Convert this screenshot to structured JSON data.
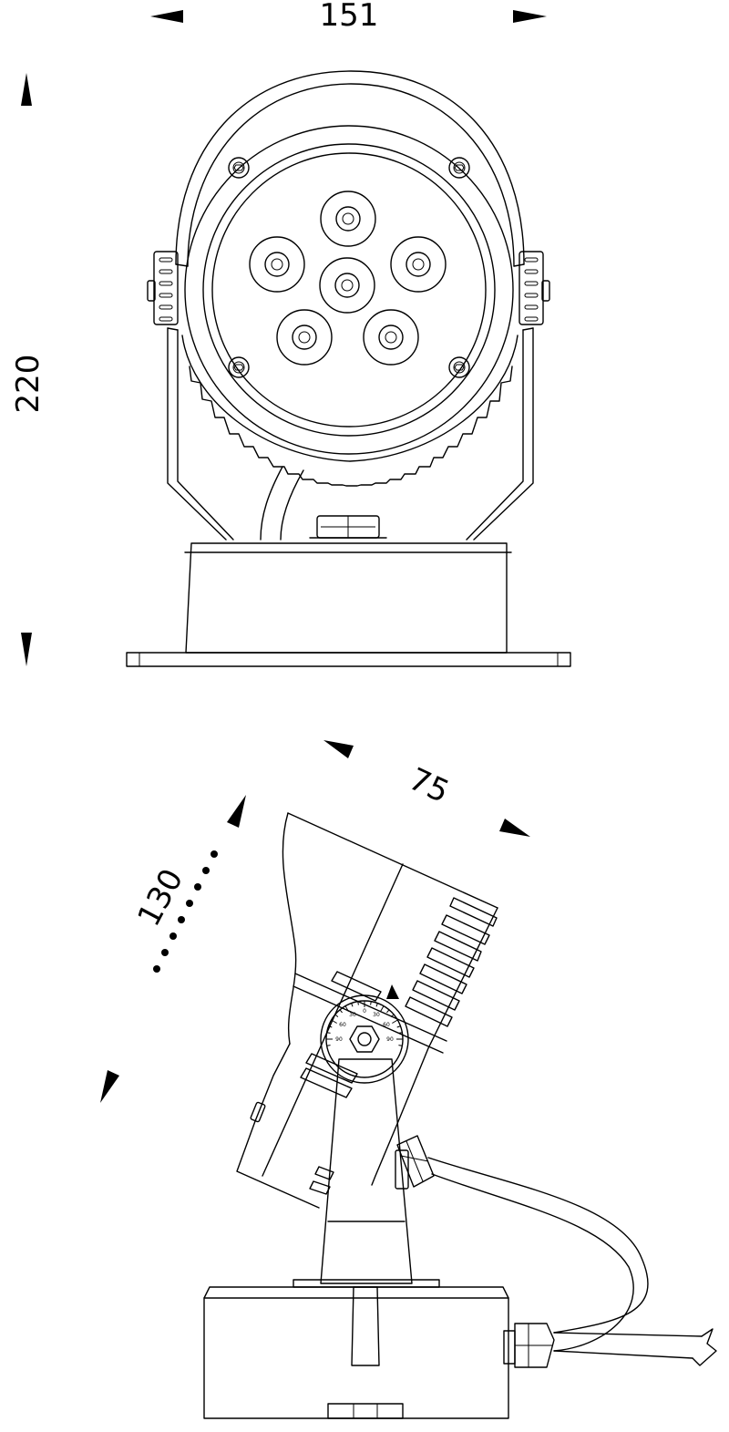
{
  "dimensions": {
    "front_width": "151",
    "front_height": "220",
    "side_depth": "75",
    "side_height": "130"
  },
  "dial_scale": [
    "90",
    "60",
    "30",
    "0",
    "30",
    "60",
    "90"
  ]
}
